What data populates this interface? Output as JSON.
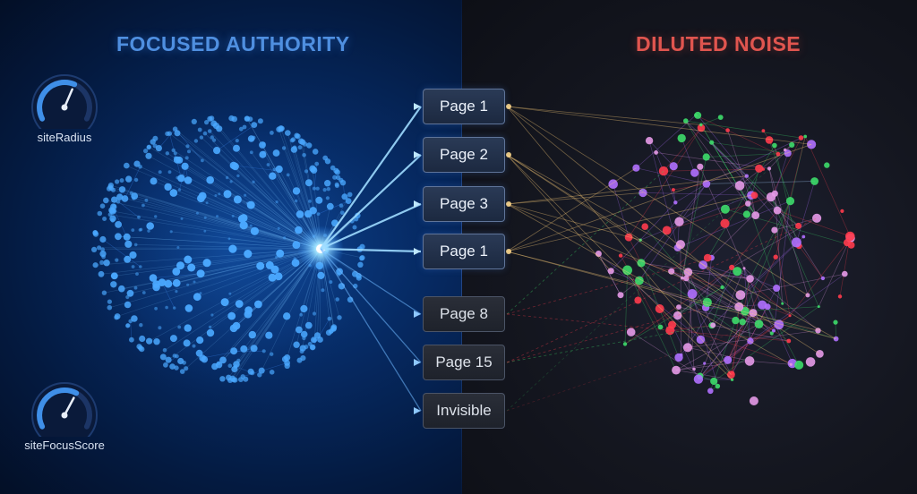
{
  "headings": {
    "left": "FOCUSED AUTHORITY",
    "right": "DILUTED NOISE"
  },
  "gauges": [
    {
      "label": "siteRadius",
      "level": 0.6
    },
    {
      "label": "siteFocusScore",
      "level": 0.62
    }
  ],
  "pages": [
    {
      "label": "Page 1"
    },
    {
      "label": "Page 2"
    },
    {
      "label": "Page 3"
    },
    {
      "label": "Page 1"
    },
    {
      "label": "Page 8"
    },
    {
      "label": "Page 15"
    },
    {
      "label": "Invisible"
    }
  ],
  "colors": {
    "focused": "#4aa8ff",
    "noise_red": "#ff3b4d",
    "noise_green": "#3ddc6a",
    "noise_purple": "#b070ff",
    "noise_pink": "#e69ae8"
  }
}
